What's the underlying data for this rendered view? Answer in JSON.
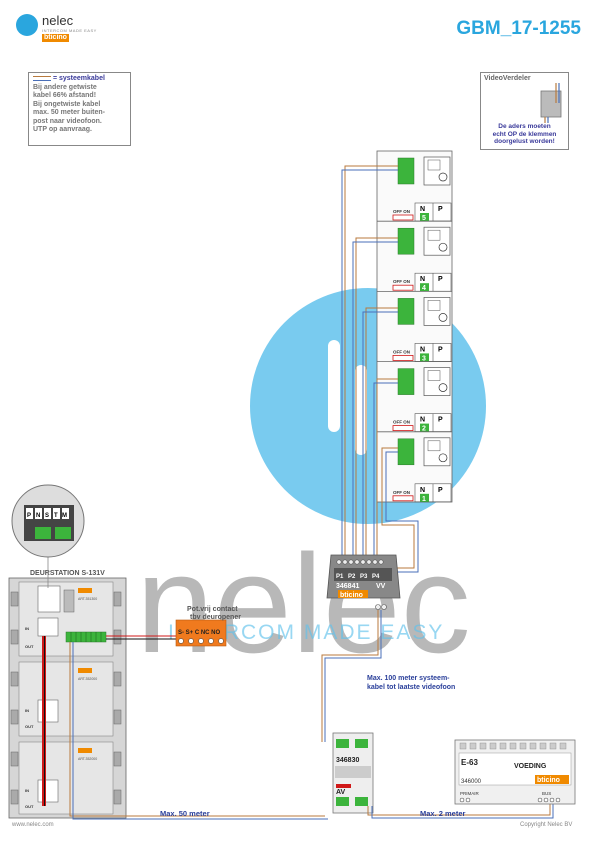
{
  "header": {
    "brand": "nelec",
    "tagline": "INTERCOM MADE EASY",
    "sub_brand": "bticino",
    "doc_id": "GBM_17-1255"
  },
  "watermark": {
    "word": "nelec",
    "tagline": "INTERCOM MADE EASY"
  },
  "legend_note": {
    "line1": "= systeemkabel",
    "lines": [
      "Bij andere getwiste",
      "kabel 66% afstand!",
      "Bij ongetwiste kabel",
      "max. 50 meter buiten-",
      "post naar videofoon.",
      "UTP op aanvraag."
    ]
  },
  "video_verdeler": {
    "title": "VideoVerdeler",
    "note_lines": [
      "De aders moeten",
      "echt OP de klemmen",
      "doorgelust worden!"
    ]
  },
  "door_station": {
    "title": "DEURSTATION S-131V",
    "keypad_labels": [
      "P",
      "N",
      "S",
      "T",
      "M"
    ],
    "module_art": [
      "ART.351300",
      "ART.352000",
      "ART.352000"
    ],
    "brand": "bticino",
    "in_label": "IN",
    "out_label": "OUT"
  },
  "relay": {
    "caption_lines": [
      "Pot.vrij contact",
      "tbv deuropener"
    ],
    "terminals": "S-  S+ C  NC NO"
  },
  "monitors": {
    "off_on": "OFF ON",
    "n_label": "N",
    "p_label": "P",
    "numbers": [
      "5",
      "4",
      "3",
      "2",
      "1"
    ]
  },
  "distributor": {
    "ports": [
      "P1",
      "P2",
      "P3",
      "P4"
    ],
    "model": "346841",
    "vv": "VV",
    "brand": "bticino"
  },
  "cable_notes": {
    "max_100": [
      "Max. 100 meter systeem-",
      "kabel tot laatste videofoon"
    ],
    "max_50": "Max. 50 meter",
    "max_2": "Max. 2 meter"
  },
  "interface": {
    "model": "346830",
    "av": "AV"
  },
  "psu": {
    "model": "E-63",
    "title": "VOEDING",
    "art": "346000",
    "brand": "bticino",
    "primair": "PRIMAIR",
    "bus": "BUS"
  },
  "footer": {
    "website": "www.nelec.com",
    "copyright": "Copyright Nelec BV"
  },
  "colors": {
    "accent": "#2aa6de",
    "brown_wire": "#b87a3e",
    "blue_wire": "#4a6fb8",
    "red_wire": "#d01818",
    "orange": "#f07a1e",
    "green": "#3cb43c"
  }
}
